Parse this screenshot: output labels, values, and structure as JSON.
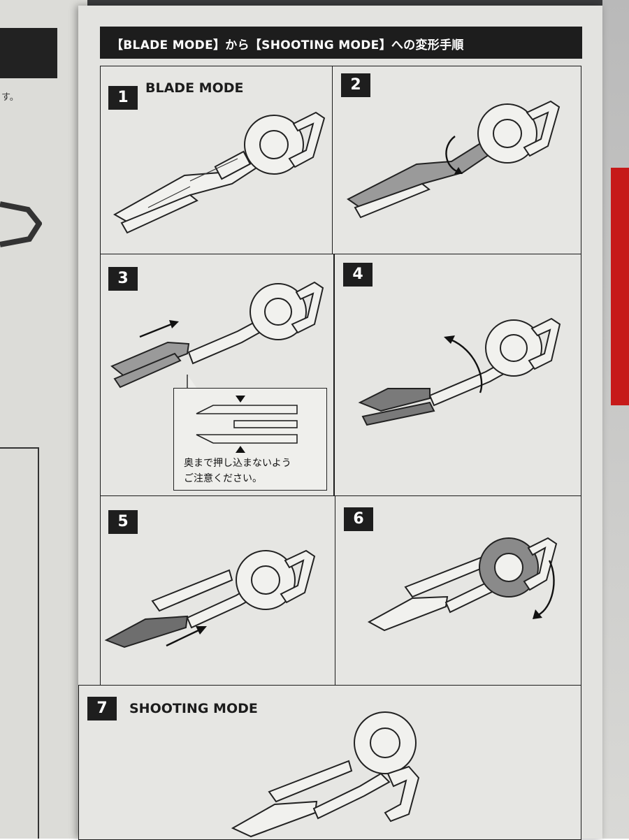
{
  "header": {
    "title": "【BLADE MODE】から【SHOOTING MODE】への変形手順"
  },
  "left_fragment": "す。",
  "steps": [
    {
      "number": "1",
      "label": "BLADE MODE"
    },
    {
      "number": "2",
      "label": ""
    },
    {
      "number": "3",
      "label": ""
    },
    {
      "number": "4",
      "label": ""
    },
    {
      "number": "5",
      "label": ""
    },
    {
      "number": "6",
      "label": ""
    },
    {
      "number": "7",
      "label": "SHOOTING MODE"
    }
  ],
  "note": {
    "line1": "奥まで押し込まないよう",
    "line2": "ご注意ください。"
  }
}
